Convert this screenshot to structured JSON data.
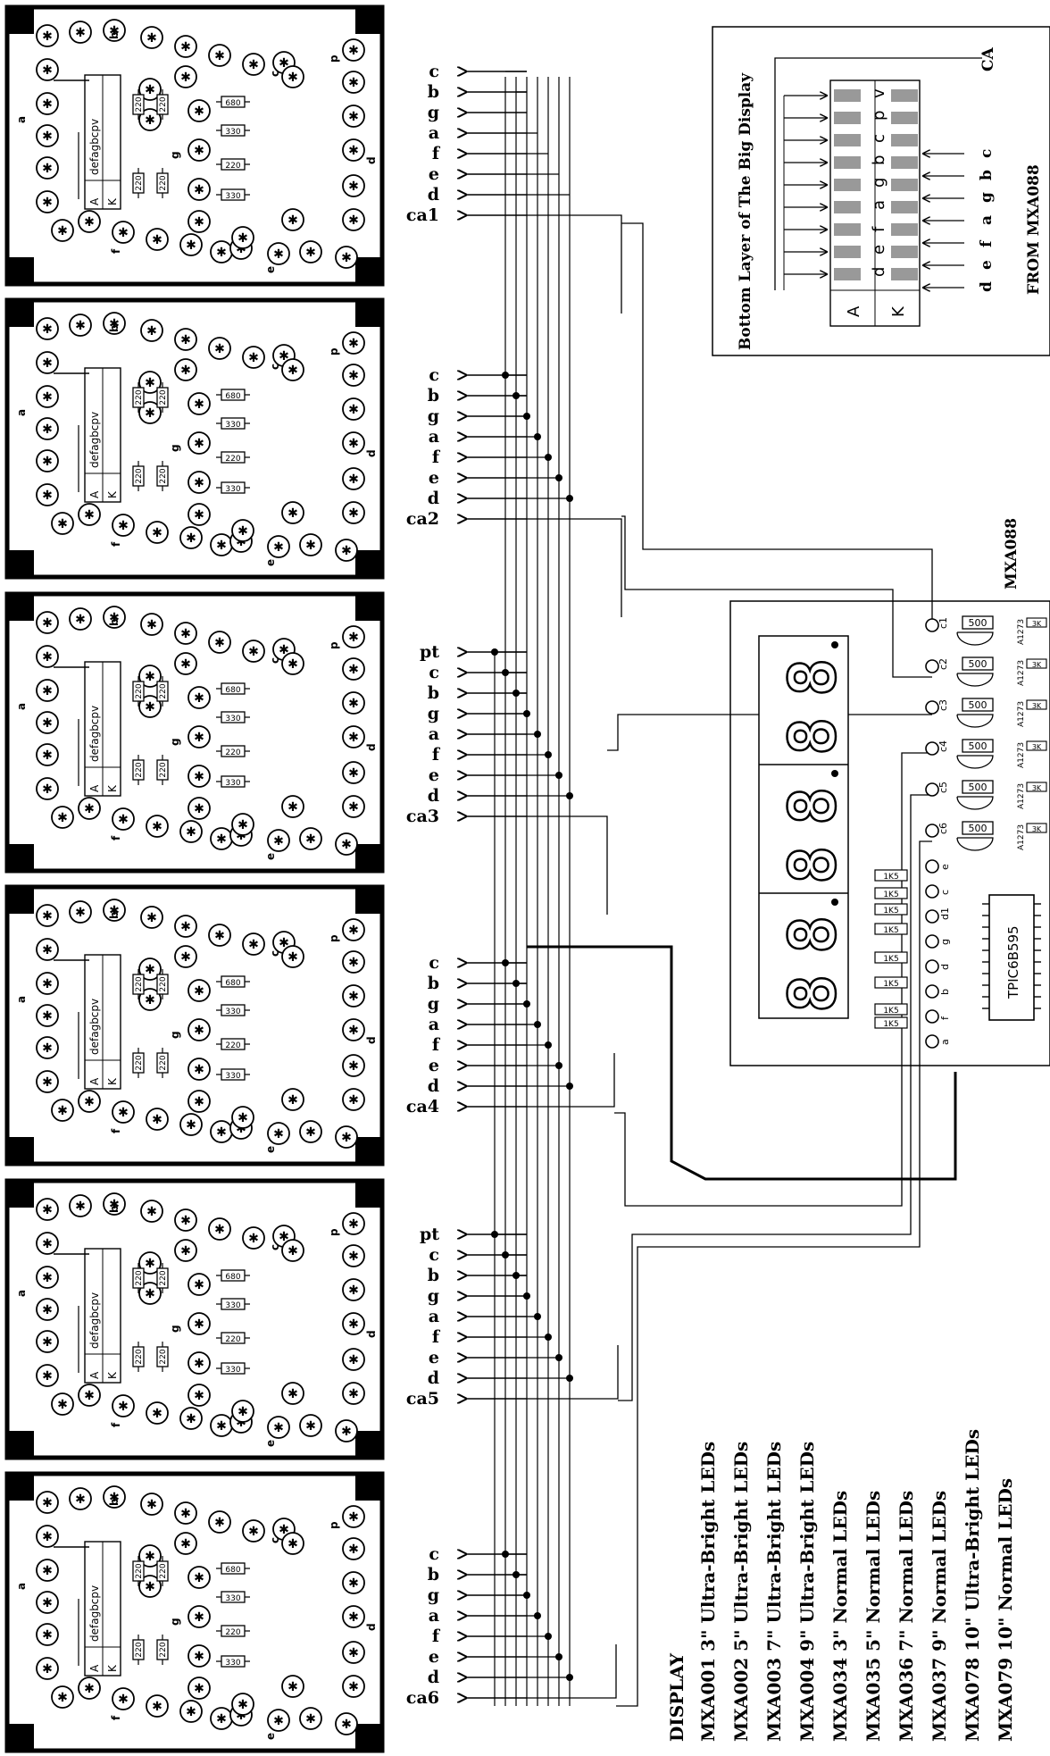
{
  "boards": [
    {
      "pins": [
        "c",
        "b",
        "g",
        "a",
        "f",
        "e",
        "d",
        "ca1"
      ]
    },
    {
      "pins": [
        "c",
        "b",
        "g",
        "a",
        "f",
        "e",
        "d",
        "ca2"
      ]
    },
    {
      "pins": [
        "pt",
        "c",
        "b",
        "g",
        "a",
        "f",
        "e",
        "d",
        "ca3"
      ]
    },
    {
      "pins": [
        "c",
        "b",
        "g",
        "a",
        "f",
        "e",
        "d",
        "ca4"
      ]
    },
    {
      "pins": [
        "pt",
        "c",
        "b",
        "g",
        "a",
        "f",
        "e",
        "d",
        "ca5"
      ]
    },
    {
      "pins": [
        "c",
        "b",
        "g",
        "a",
        "f",
        "e",
        "d",
        "ca6"
      ]
    }
  ],
  "board_labels": {
    "a": "a",
    "b": "b",
    "c": "c",
    "d": "d",
    "e": "e",
    "f": "f",
    "g": "g",
    "p": "p",
    "connector_top": "defagbcpv",
    "connector_a": "A",
    "connector_k": "K",
    "resistors": [
      "680",
      "330",
      "220",
      "330"
    ],
    "resistors_v": [
      "220",
      "220",
      "220",
      "220"
    ]
  },
  "inset": {
    "title": "Bottom Layer of The Big Display",
    "ca": "CA",
    "from": "FROM MXA088",
    "row_a": [
      "A",
      "d",
      "e",
      "f",
      "a",
      "g",
      "b",
      "c",
      "p",
      "v"
    ],
    "row_k": "K",
    "inputs": [
      "d",
      "e",
      "f",
      "a",
      "g",
      "b",
      "c"
    ]
  },
  "controller": {
    "name": "MXA088",
    "chip": "TPIC6B595",
    "connectors": [
      "c1",
      "c2",
      "c3",
      "c4",
      "c5",
      "c6"
    ],
    "pins": [
      "e",
      "c",
      "d1",
      "g",
      "d",
      "b",
      "f",
      "a"
    ],
    "resistors_500": [
      "500",
      "500",
      "500",
      "500",
      "500",
      "500"
    ],
    "transistors": [
      "A1273",
      "A1273",
      "A1273",
      "A1273",
      "A1273",
      "A1273"
    ],
    "resistors_3k": [
      "3K",
      "3K",
      "3K",
      "3K",
      "3K",
      "3K"
    ],
    "resistors_1k": [
      "1K5",
      "1K5",
      "1K5",
      "1K5",
      "1K5",
      "1K5",
      "1K5",
      "1K5"
    ]
  },
  "list": {
    "title": "DISPLAY",
    "items": [
      "MXA001 3\" Ultra-Bright LEDs",
      "MXA002 5\" Ultra-Bright LEDs",
      "MXA003 7\" Ultra-Bright LEDs",
      "MXA004 9\" Ultra-Bright LEDs",
      "MXA034 3\" Normal LEDs",
      "MXA035 5\" Normal LEDs",
      "MXA036 7\" Normal LEDs",
      "MXA037 9\" Normal LEDs",
      "MXA078 10\" Ultra-Bright LEDs",
      "MXA079 10\" Normal LEDs"
    ]
  }
}
